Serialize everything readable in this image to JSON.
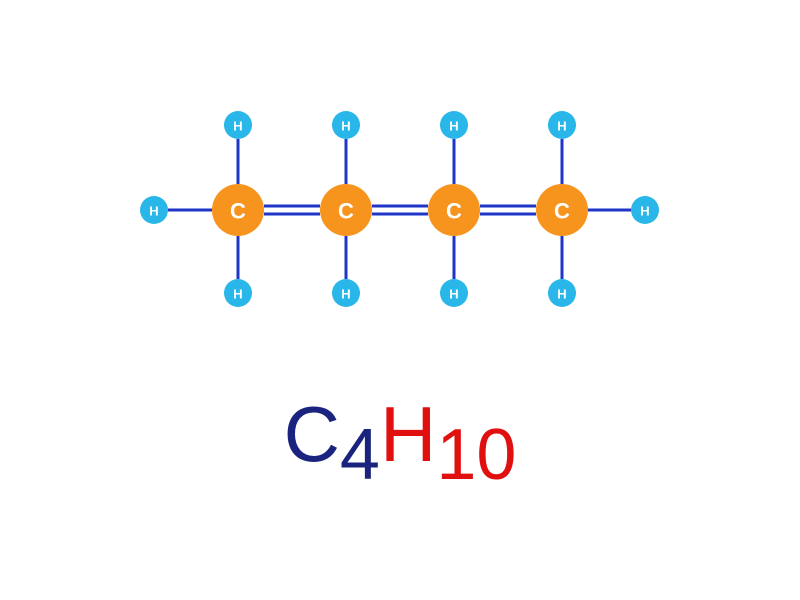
{
  "molecule": {
    "carbon_label": "C",
    "hydrogen_label": "H",
    "colors": {
      "carbon": "#F7941D",
      "hydrogen": "#29B6E8",
      "bond": "#1F35C9"
    },
    "carbons": 4,
    "bond_orders": [
      2,
      2,
      2
    ],
    "hydrogens_above": 4,
    "hydrogens_below": 4,
    "hydrogens_terminal": 2
  },
  "formula": {
    "c_symbol": "C",
    "c_count": "4",
    "h_symbol": "H",
    "h_count": "10",
    "colors": {
      "carbon": "#1A237E",
      "hydrogen": "#E01010"
    }
  }
}
